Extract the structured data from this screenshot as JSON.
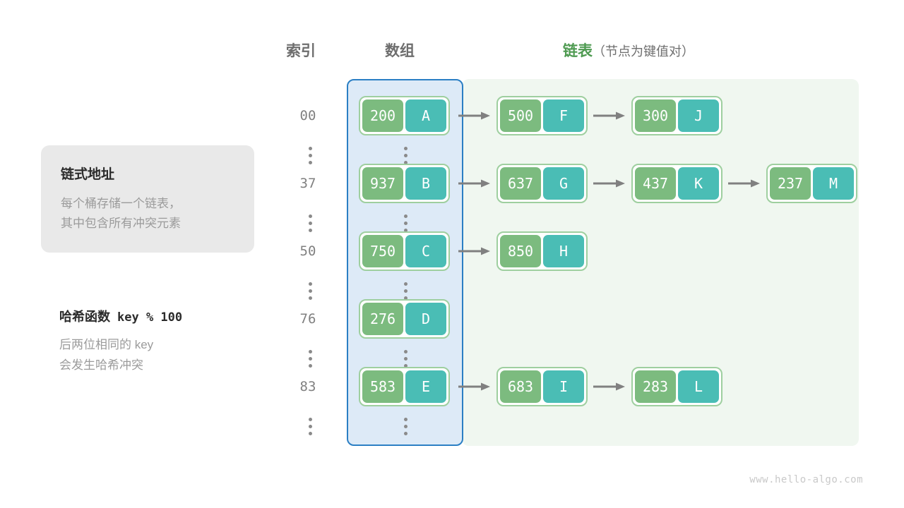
{
  "headers": {
    "index": "索引",
    "array": "数组",
    "list": "链表",
    "list_note": "（节点为键值对）"
  },
  "info_card": {
    "title": "链式地址",
    "line1": "每个桶存储一个链表，",
    "line2": "其中包含所有冲突元素"
  },
  "hash_note": {
    "title_label": "哈希函数",
    "title_formula": "key % 100",
    "line1": "后两位相同的 key",
    "line2": "会发生哈希冲突"
  },
  "colors": {
    "key_cell": "#7cbb7f",
    "value_cell": "#4abdb5",
    "node_border": "#9ecf9f",
    "array_panel_fill": "#ddeaf7",
    "array_panel_border": "#2b7fc4",
    "list_panel_fill": "#f0f7f0",
    "arrow": "#808080",
    "accent_green": "#4e9a51",
    "muted_text": "#9b9b9b"
  },
  "buckets": [
    {
      "index": "00",
      "nodes": [
        {
          "key": "200",
          "value": "A"
        },
        {
          "key": "500",
          "value": "F"
        },
        {
          "key": "300",
          "value": "J"
        }
      ]
    },
    {
      "index": "37",
      "nodes": [
        {
          "key": "937",
          "value": "B"
        },
        {
          "key": "637",
          "value": "G"
        },
        {
          "key": "437",
          "value": "K"
        },
        {
          "key": "237",
          "value": "M"
        }
      ]
    },
    {
      "index": "50",
      "nodes": [
        {
          "key": "750",
          "value": "C"
        },
        {
          "key": "850",
          "value": "H"
        }
      ]
    },
    {
      "index": "76",
      "nodes": [
        {
          "key": "276",
          "value": "D"
        }
      ]
    },
    {
      "index": "83",
      "nodes": [
        {
          "key": "583",
          "value": "E"
        },
        {
          "key": "683",
          "value": "I"
        },
        {
          "key": "283",
          "value": "L"
        }
      ]
    }
  ],
  "watermark": "www.hello-algo.com"
}
